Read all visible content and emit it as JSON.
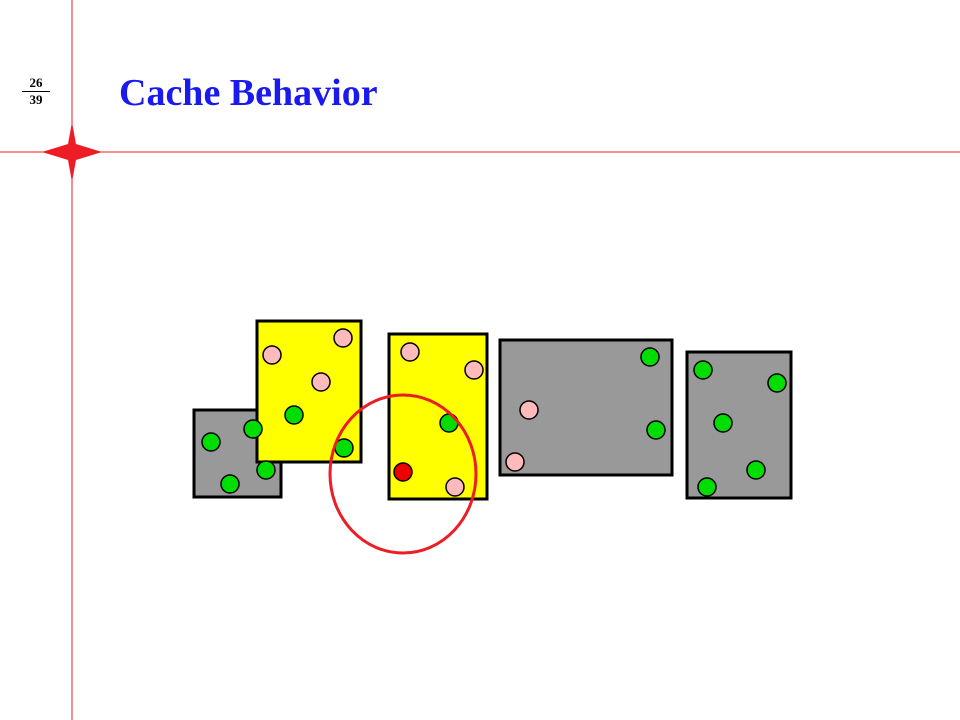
{
  "slide": {
    "title": "Cache Behavior",
    "page_number": "26",
    "page_total": "39",
    "title_color": "#1a1aee",
    "accent_color": "#ee1c24"
  },
  "diagram": {
    "colors": {
      "gray_block": "#999999",
      "yellow_block": "#ffff00",
      "green_item": "#00dd00",
      "pink_item": "#ffbbbb",
      "red_item": "#ee0000",
      "highlight_circle": "#ee1c24",
      "outline": "#000000"
    },
    "blocks": [
      {
        "name": "gray-block-1",
        "fill": "gray"
      },
      {
        "name": "yellow-block-1",
        "fill": "yellow"
      },
      {
        "name": "yellow-block-2",
        "fill": "yellow"
      },
      {
        "name": "gray-block-2",
        "fill": "gray"
      },
      {
        "name": "gray-block-3",
        "fill": "gray"
      }
    ]
  }
}
